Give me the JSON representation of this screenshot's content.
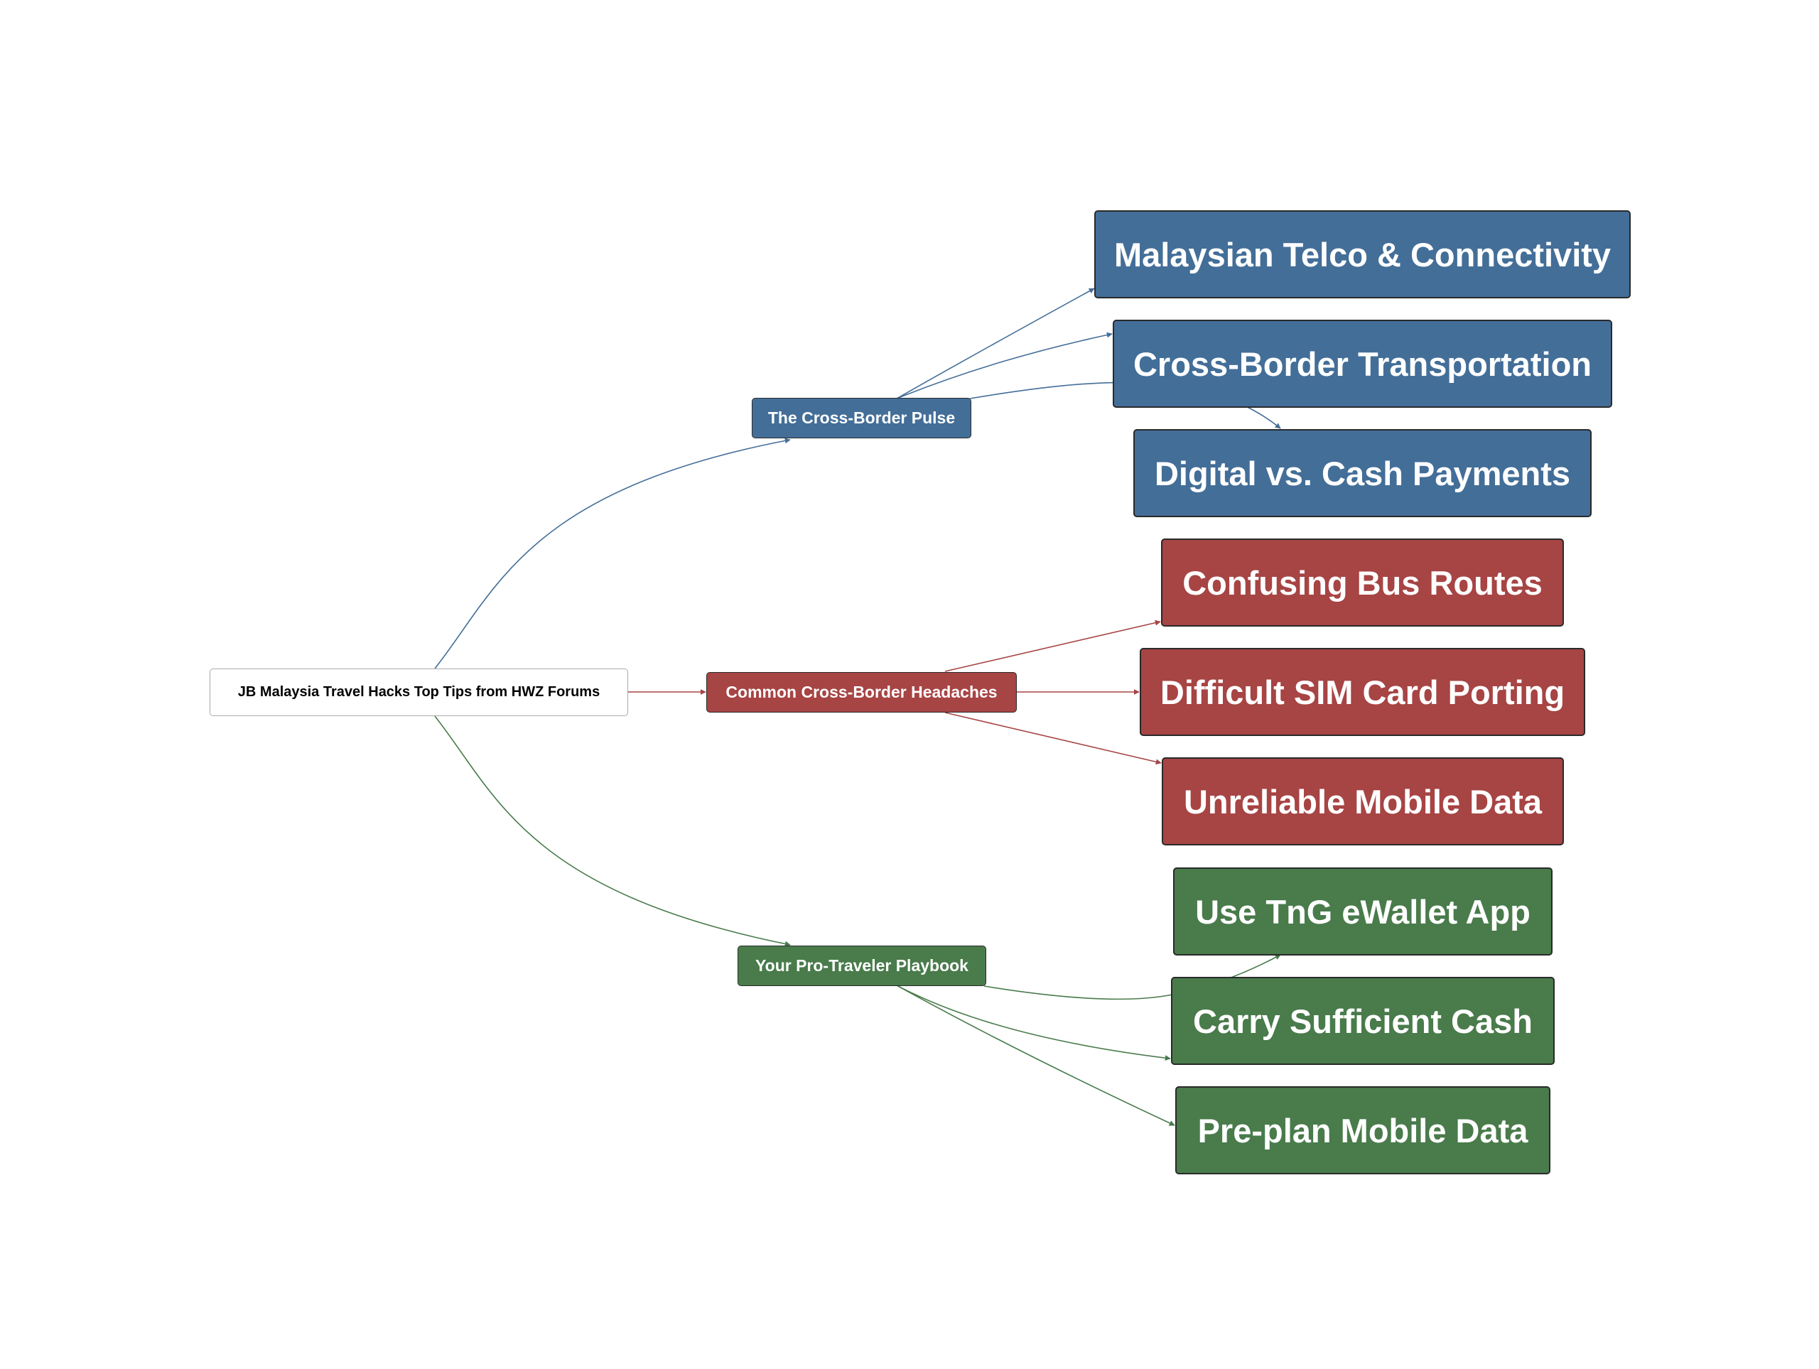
{
  "colors": {
    "blue": "#436e98",
    "red": "#a74444",
    "green": "#497b4b",
    "root_border": "#aaaaaa"
  },
  "root": {
    "label": "JB Malaysia Travel Hacks Top Tips from HWZ Forums"
  },
  "branches": [
    {
      "label": "The Cross-Border Pulse",
      "color": "blue",
      "children": [
        "Malaysian Telco & Connectivity",
        "Cross-Border Transportation",
        "Digital vs. Cash Payments"
      ]
    },
    {
      "label": "Common Cross-Border Headaches",
      "color": "red",
      "children": [
        "Confusing Bus Routes",
        "Difficult SIM Card Porting",
        "Unreliable Mobile Data"
      ]
    },
    {
      "label": "Your Pro-Traveler Playbook",
      "color": "green",
      "children": [
        "Use TnG eWallet App",
        "Carry Sufficient Cash",
        "Pre-plan Mobile Data"
      ]
    }
  ]
}
